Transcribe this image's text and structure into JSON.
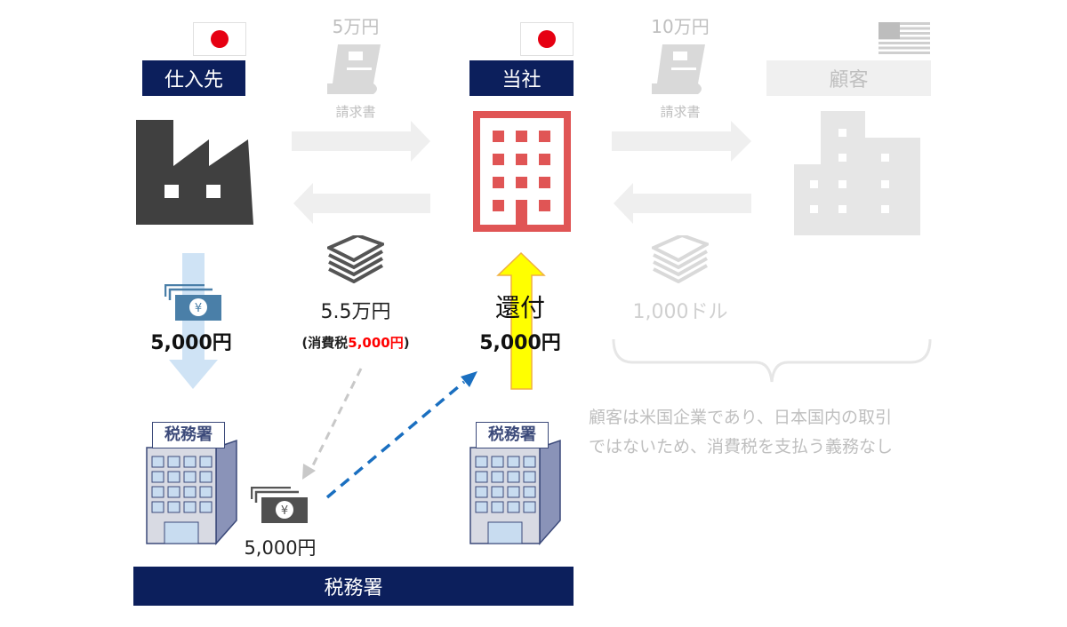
{
  "supplier": {
    "label": "仕入先",
    "flag": "japan-flag"
  },
  "company": {
    "label": "当社",
    "flag": "japan-flag"
  },
  "customer": {
    "label": "顧客",
    "flag": "usa-flag"
  },
  "invoice_left": {
    "amount": "5万円",
    "label": "請求書"
  },
  "invoice_right": {
    "amount": "10万円",
    "label": "請求書"
  },
  "payment_left": {
    "amount": "5.5万円",
    "tax_prefix": "(消費税",
    "tax_amount": "5,000円",
    "tax_suffix": ")"
  },
  "payment_right": {
    "amount": "1,000ドル"
  },
  "supplier_tax": {
    "amount": "5,000円"
  },
  "refund": {
    "label": "還付",
    "amount": "5,000円"
  },
  "tax_office_left": {
    "sign": "税務署"
  },
  "tax_office_right": {
    "sign": "税務署"
  },
  "tax_payment": {
    "amount": "5,000円"
  },
  "note": {
    "line1": "顧客は米国企業であり、日本国内の取引",
    "line2": "ではないため、消費税を支払う義務なし"
  },
  "footer": {
    "label": "税務署"
  },
  "colors": {
    "navy": "#0c1f5c",
    "red": "#e05555",
    "gray": "#bfbfbf",
    "highlight_red": "#ff0000",
    "yellow": "#ffff00",
    "blue": "#1a6fc0"
  }
}
